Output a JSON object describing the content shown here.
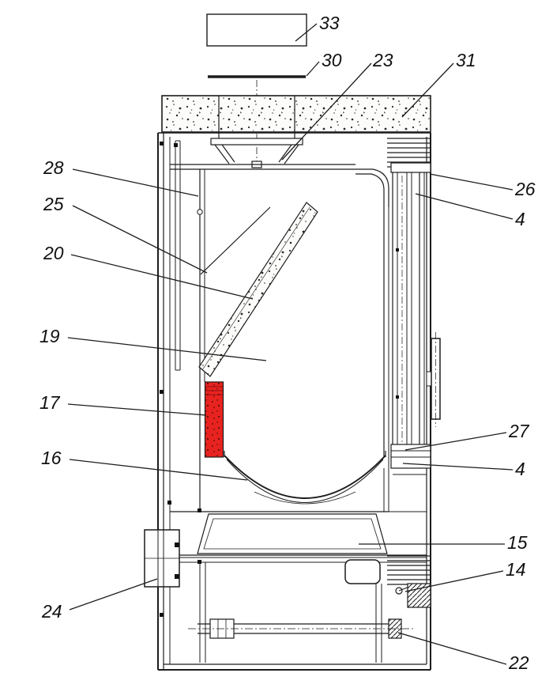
{
  "diagram": {
    "colors": {
      "line": "#1c1c1c",
      "highlight": "#e8231f",
      "background": "#ffffff"
    },
    "callouts": [
      {
        "text": "33"
      },
      {
        "text": "30"
      },
      {
        "text": "23"
      },
      {
        "text": "31"
      },
      {
        "text": "28"
      },
      {
        "text": "25"
      },
      {
        "text": "20"
      },
      {
        "text": "26"
      },
      {
        "text": "4"
      },
      {
        "text": "19"
      },
      {
        "text": "17"
      },
      {
        "text": "27"
      },
      {
        "text": "4"
      },
      {
        "text": "16"
      },
      {
        "text": "15"
      },
      {
        "text": "14"
      },
      {
        "text": "24"
      },
      {
        "text": "22"
      }
    ]
  }
}
